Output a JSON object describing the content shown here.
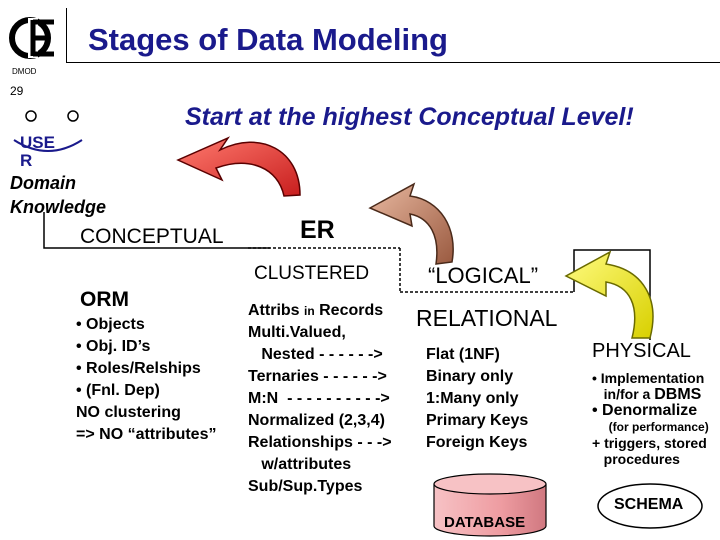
{
  "header": {
    "title": "Stages of Data Modeling",
    "code": "DMOD",
    "slide_number": "29"
  },
  "headline": "Start at the highest Conceptual Level!",
  "user": {
    "label_line1": "USE",
    "label_line2": "R",
    "domain_line1": "Domain",
    "domain_line2": "Knowledge"
  },
  "levels": {
    "conceptual": "CONCEPTUAL",
    "er": "ER",
    "clustered": "CLUSTERED",
    "logical": "“LOGICAL”",
    "relational": "RELATIONAL",
    "physical": "PHYSICAL"
  },
  "orm": {
    "title": "ORM",
    "items": [
      "• Objects",
      "• Obj. ID’s",
      "• Roles/Relships",
      "• (Fnl. Dep)",
      "NO clustering",
      "=> NO “attributes”"
    ]
  },
  "er_items": {
    "line1_a": "Attribs ",
    "line1_b": "in",
    "line1_c": " Records",
    "lines": [
      "Multi.Valued,",
      "   Nested - - - - - ->",
      "Ternaries - - - - - ->",
      "M:N  - - - - - - - - - ->",
      "Normalized (2,3,4)",
      "Relationships - - ->",
      "   w/attributes",
      "Sub/Sup.Types"
    ]
  },
  "relational_items": [
    "Flat (1NF)",
    "Binary only",
    "1:Many only",
    "Primary Keys",
    "Foreign Keys"
  ],
  "physical_items": {
    "impl_1": "• Implementation",
    "impl_2a": "   in/for a ",
    "impl_2b": "DBMS",
    "denorm": "• Denormalize",
    "perf": "     (for performance)",
    "triggers_1": "+ triggers, stored",
    "triggers_2": "   procedures"
  },
  "schema_label": "SCHEMA",
  "database_label": "DATABASE",
  "colors": {
    "title_blue": "#1a1a8c",
    "red_arrow": "#e0302a",
    "brown_arrow": "#b87a5c",
    "yellow_arrow": "#f2ee2a",
    "database_fill": "#f0a4a8"
  }
}
